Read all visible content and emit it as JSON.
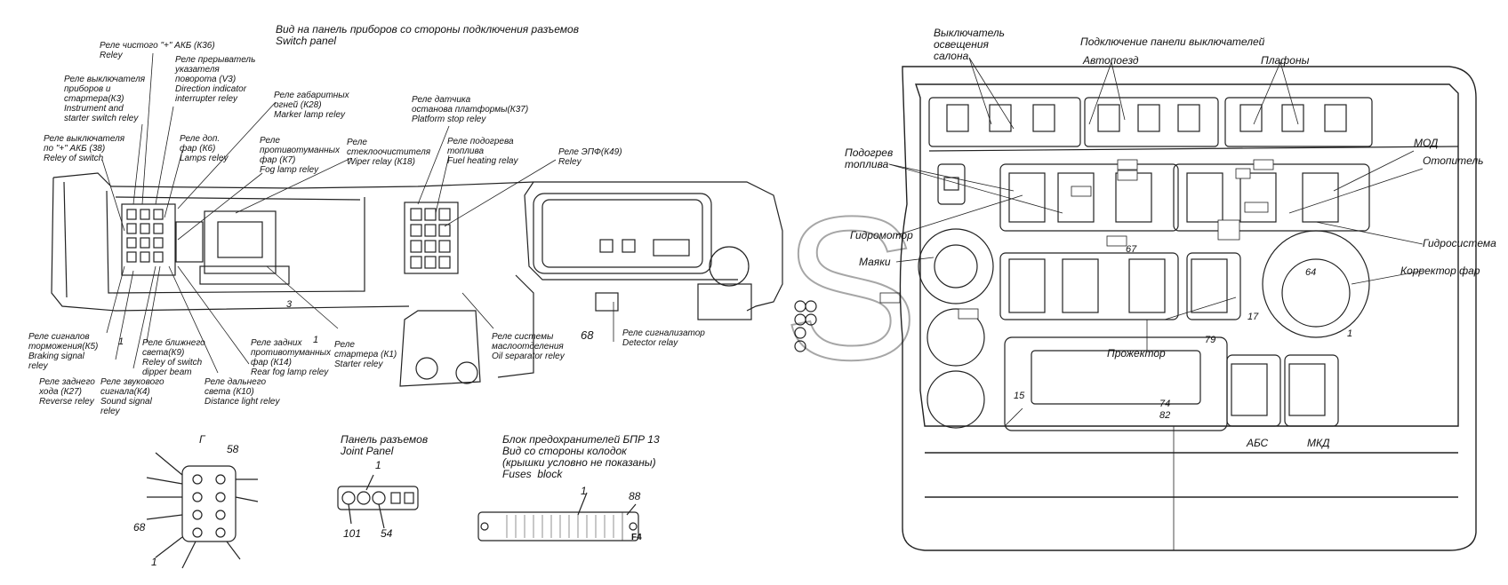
{
  "header": {
    "view_title_ru": "Вид на панель приборов со стороны подключения разъемов",
    "view_title_en": "Switch panel",
    "panel_title": "Подключение панели выключателей"
  },
  "relays_left": [
    {
      "id": "k36",
      "text": "Реле чистого \"+\" АКБ (К36)\nReley"
    },
    {
      "id": "v3",
      "text": "Реле прерыватель\nуказателя\nповорота (V3)\nDirection indicator\ninterrupter reley"
    },
    {
      "id": "k3",
      "text": "Реле выключателя\nприборов и\nстартера(К3)\nInstrument and\nstarter switch reley"
    },
    {
      "id": "k28",
      "text": "Реле габаритных\nогней (К28)\nMarker lamp reley"
    },
    {
      "id": "k6",
      "text": "Реле доп.\nфар (К6)\nLamps reley"
    },
    {
      "id": "k38",
      "text": "Реле выключателя\nпо \"+\" АКБ (38)\nReley of switch"
    },
    {
      "id": "k7",
      "text": "Реле\nпротивотуманных\nфар (К7)\nFog lamp reley"
    },
    {
      "id": "k18",
      "text": "Реле\nстеклоочистителя\nWiper relay (К18)"
    },
    {
      "id": "k37",
      "text": "Реле датчика\nостанова платформы(К37)\nPlatform stop reley"
    },
    {
      "id": "fuel",
      "text": "Реле подогрева\nтоплива\nFuel heating relay"
    },
    {
      "id": "k49",
      "text": "Реле ЭПФ(К49)\nReley"
    },
    {
      "id": "k5",
      "text": "Реле сигналов\nторможения(К5)\nBraking signal\nreley"
    },
    {
      "id": "k27",
      "text": "Реле заднего\nхода (К27)\nReverse reley"
    },
    {
      "id": "k4",
      "text": "Реле звукового\nсигнала(К4)\nSound signal\nreley"
    },
    {
      "id": "k9",
      "text": "Реле ближнего\nсвета(К9)\nReley of switch\ndipper beam"
    },
    {
      "id": "k10",
      "text": "Реле дальнего\nсвета (К10)\nDistance light reley"
    },
    {
      "id": "k14",
      "text": "Реле задних\nпротивотуманных\nфар (К14)\nRear fog lamp reley"
    },
    {
      "id": "k1",
      "text": "Реле\nстартера (К1)\nStarter reley"
    },
    {
      "id": "oil",
      "text": "Реле системы\nмаслоотделения\nOil separator reley"
    },
    {
      "id": "det",
      "text": "Реле сигнализатор\nDetector relay"
    }
  ],
  "joint_panel": {
    "title": "Панель разъемов\nJoint Panel",
    "n1": "1",
    "n101": "101",
    "n54": "54"
  },
  "fuse_block": {
    "title": "Блок предохранителей БПР 13\nВид со стороны колодок\n(крышки условно не показаны)\nFuses  block",
    "n1": "1",
    "n88": "88",
    "f4": "F4"
  },
  "connector_g": {
    "title": "Г",
    "n58": "58",
    "n68": "68",
    "n1": "1"
  },
  "panel_right": {
    "salon": "Выключатель\nосвещения\nсалона",
    "autopoezd": "Автопоезд",
    "plafony": "Плафоны",
    "podogrev": "Подогрев\nтоплива",
    "mod": "МОД",
    "otopitel": "Отопитель",
    "gidromotor": "Гидромотор",
    "gidrosistema": "Гидросистема",
    "mayaki": "Маяки",
    "korrektor": "Корректор фар",
    "prozhektor": "Прожектор",
    "abs": "АБС",
    "mkd": "МКД",
    "n67": "67",
    "n64": "64",
    "n17": "17",
    "n79": "79",
    "n1": "1",
    "n15": "15",
    "n74": "74",
    "n82": "82"
  },
  "small_numbers": {
    "n1a": "1",
    "n1b": "1",
    "n3": "3",
    "n68": "68"
  },
  "watermark": "S"
}
